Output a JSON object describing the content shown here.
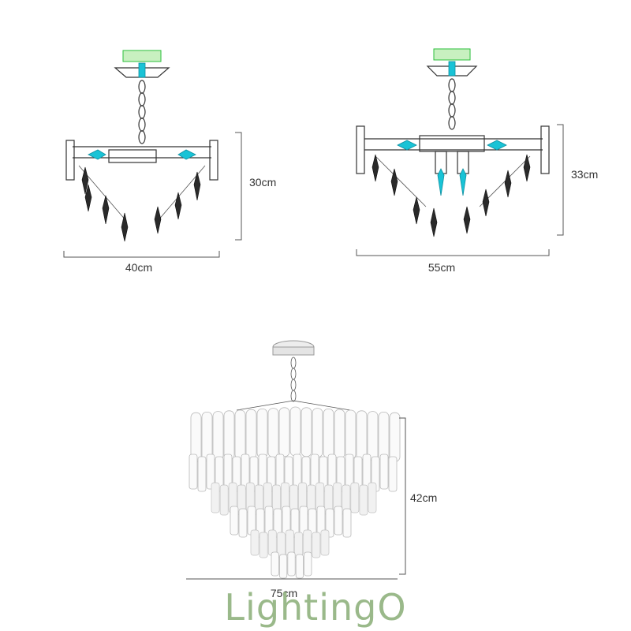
{
  "diagrams": [
    {
      "name": "small-pendant",
      "width_label": "40cm",
      "height_label": "30cm"
    },
    {
      "name": "medium-pendant",
      "width_label": "55cm",
      "height_label": "33cm"
    },
    {
      "name": "large-chandelier",
      "width_label": "75cm",
      "height_label": "42cm"
    }
  ],
  "brand": {
    "logo_text": "LightingO",
    "logo_color": "#9ab98a"
  },
  "colors": {
    "bulb_accent": "#19c3d6",
    "mount_accent": "#2bbf3b",
    "crystal": "#2a2a2a"
  }
}
